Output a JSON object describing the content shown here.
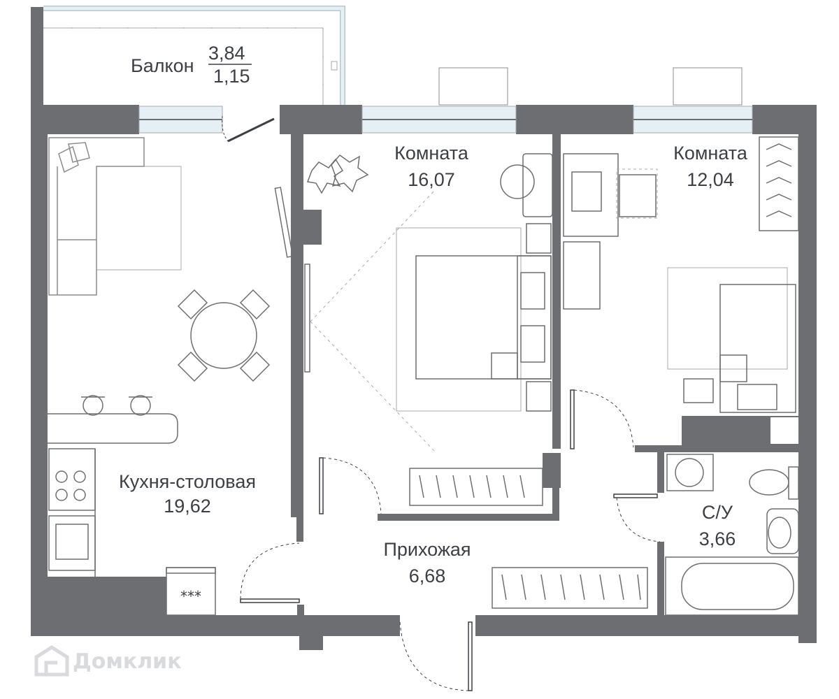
{
  "rooms": {
    "balcony": {
      "name": "Балкон",
      "area_total": "3,84",
      "area_reduced": "1,15"
    },
    "room_left": {
      "name": "Комната",
      "area": "16,07"
    },
    "room_right": {
      "name": "Комната",
      "area": "12,04"
    },
    "kitchen": {
      "name": "Кухня-столовая",
      "area": "19,62"
    },
    "hallway": {
      "name": "Прихожая",
      "area": "6,68"
    },
    "bathroom": {
      "name": "С/У",
      "area": "3,66"
    }
  },
  "stove_marks": "***",
  "watermark": {
    "text": "Домклик",
    "icon": "domclick-logo-icon"
  },
  "colors": {
    "wall": "#6d6e71",
    "line": "#a7a9ac",
    "window": "#e4f0f6",
    "text": "#3c3f45"
  }
}
